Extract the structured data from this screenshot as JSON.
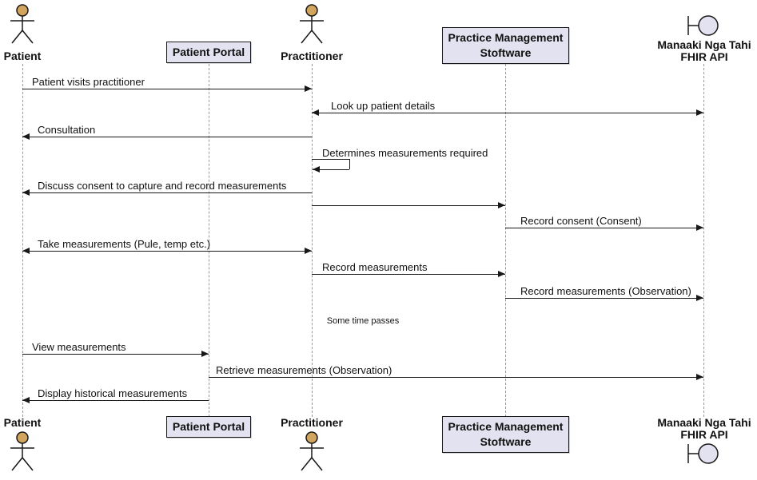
{
  "diagram": {
    "type": "uml-sequence-diagram",
    "participants": {
      "patient": {
        "label": "Patient",
        "kind": "actor"
      },
      "portal": {
        "label": "Patient Portal",
        "kind": "participant"
      },
      "practitioner": {
        "label": "Practitioner",
        "kind": "actor"
      },
      "pms": {
        "label_line1": "Practice Management",
        "label_line2": "Stoftware",
        "kind": "participant"
      },
      "fhir": {
        "label_line1": "Manaaki Nga Tahi",
        "label_line2": "FHIR API",
        "kind": "boundary"
      }
    },
    "messages": [
      {
        "from": "Patient",
        "to": "Practitioner",
        "direction": "right",
        "label": "Patient visits practitioner"
      },
      {
        "from": "Practitioner",
        "to": "Manaaki Nga Tahi FHIR API",
        "direction": "both",
        "label": "Look up patient details"
      },
      {
        "from": "Practitioner",
        "to": "Patient",
        "direction": "left",
        "label": "Consultation"
      },
      {
        "from": "Practitioner",
        "to": "Practitioner",
        "direction": "self",
        "label": "Determines measurements required"
      },
      {
        "from": "Practitioner",
        "to": "Patient",
        "direction": "left",
        "label": "Discuss consent to capture and record measurements"
      },
      {
        "from": "Practitioner",
        "to": "Practice Management Stoftware",
        "direction": "right",
        "label": ""
      },
      {
        "from": "Practice Management Stoftware",
        "to": "Manaaki Nga Tahi FHIR API",
        "direction": "right",
        "label": "Record consent (Consent)"
      },
      {
        "from": "Patient",
        "to": "Practitioner",
        "direction": "both",
        "label": "Take measurements (Pule, temp etc.)"
      },
      {
        "from": "Practitioner",
        "to": "Practice Management Stoftware",
        "direction": "right",
        "label": "Record measurements"
      },
      {
        "from": "Practice Management Stoftware",
        "to": "Manaaki Nga Tahi FHIR API",
        "direction": "right",
        "label": "Record measurements (Observation)"
      },
      {
        "from": "Patient",
        "to": "Patient Portal",
        "direction": "right",
        "label": "View measurements"
      },
      {
        "from": "Patient Portal",
        "to": "Manaaki Nga Tahi FHIR API",
        "direction": "right",
        "label": "Retrieve measurements (Observation)"
      },
      {
        "from": "Patient Portal",
        "to": "Patient",
        "direction": "left",
        "label": "Display historical measurements"
      }
    ],
    "delay_text": "Some time passes",
    "colors": {
      "background": "#FFFFFF",
      "participant_fill": "#E2E2F0",
      "participant_border": "#181818",
      "actor_head": "#D2A55E",
      "lifeline": "#999999",
      "arrow": "#181818"
    }
  }
}
